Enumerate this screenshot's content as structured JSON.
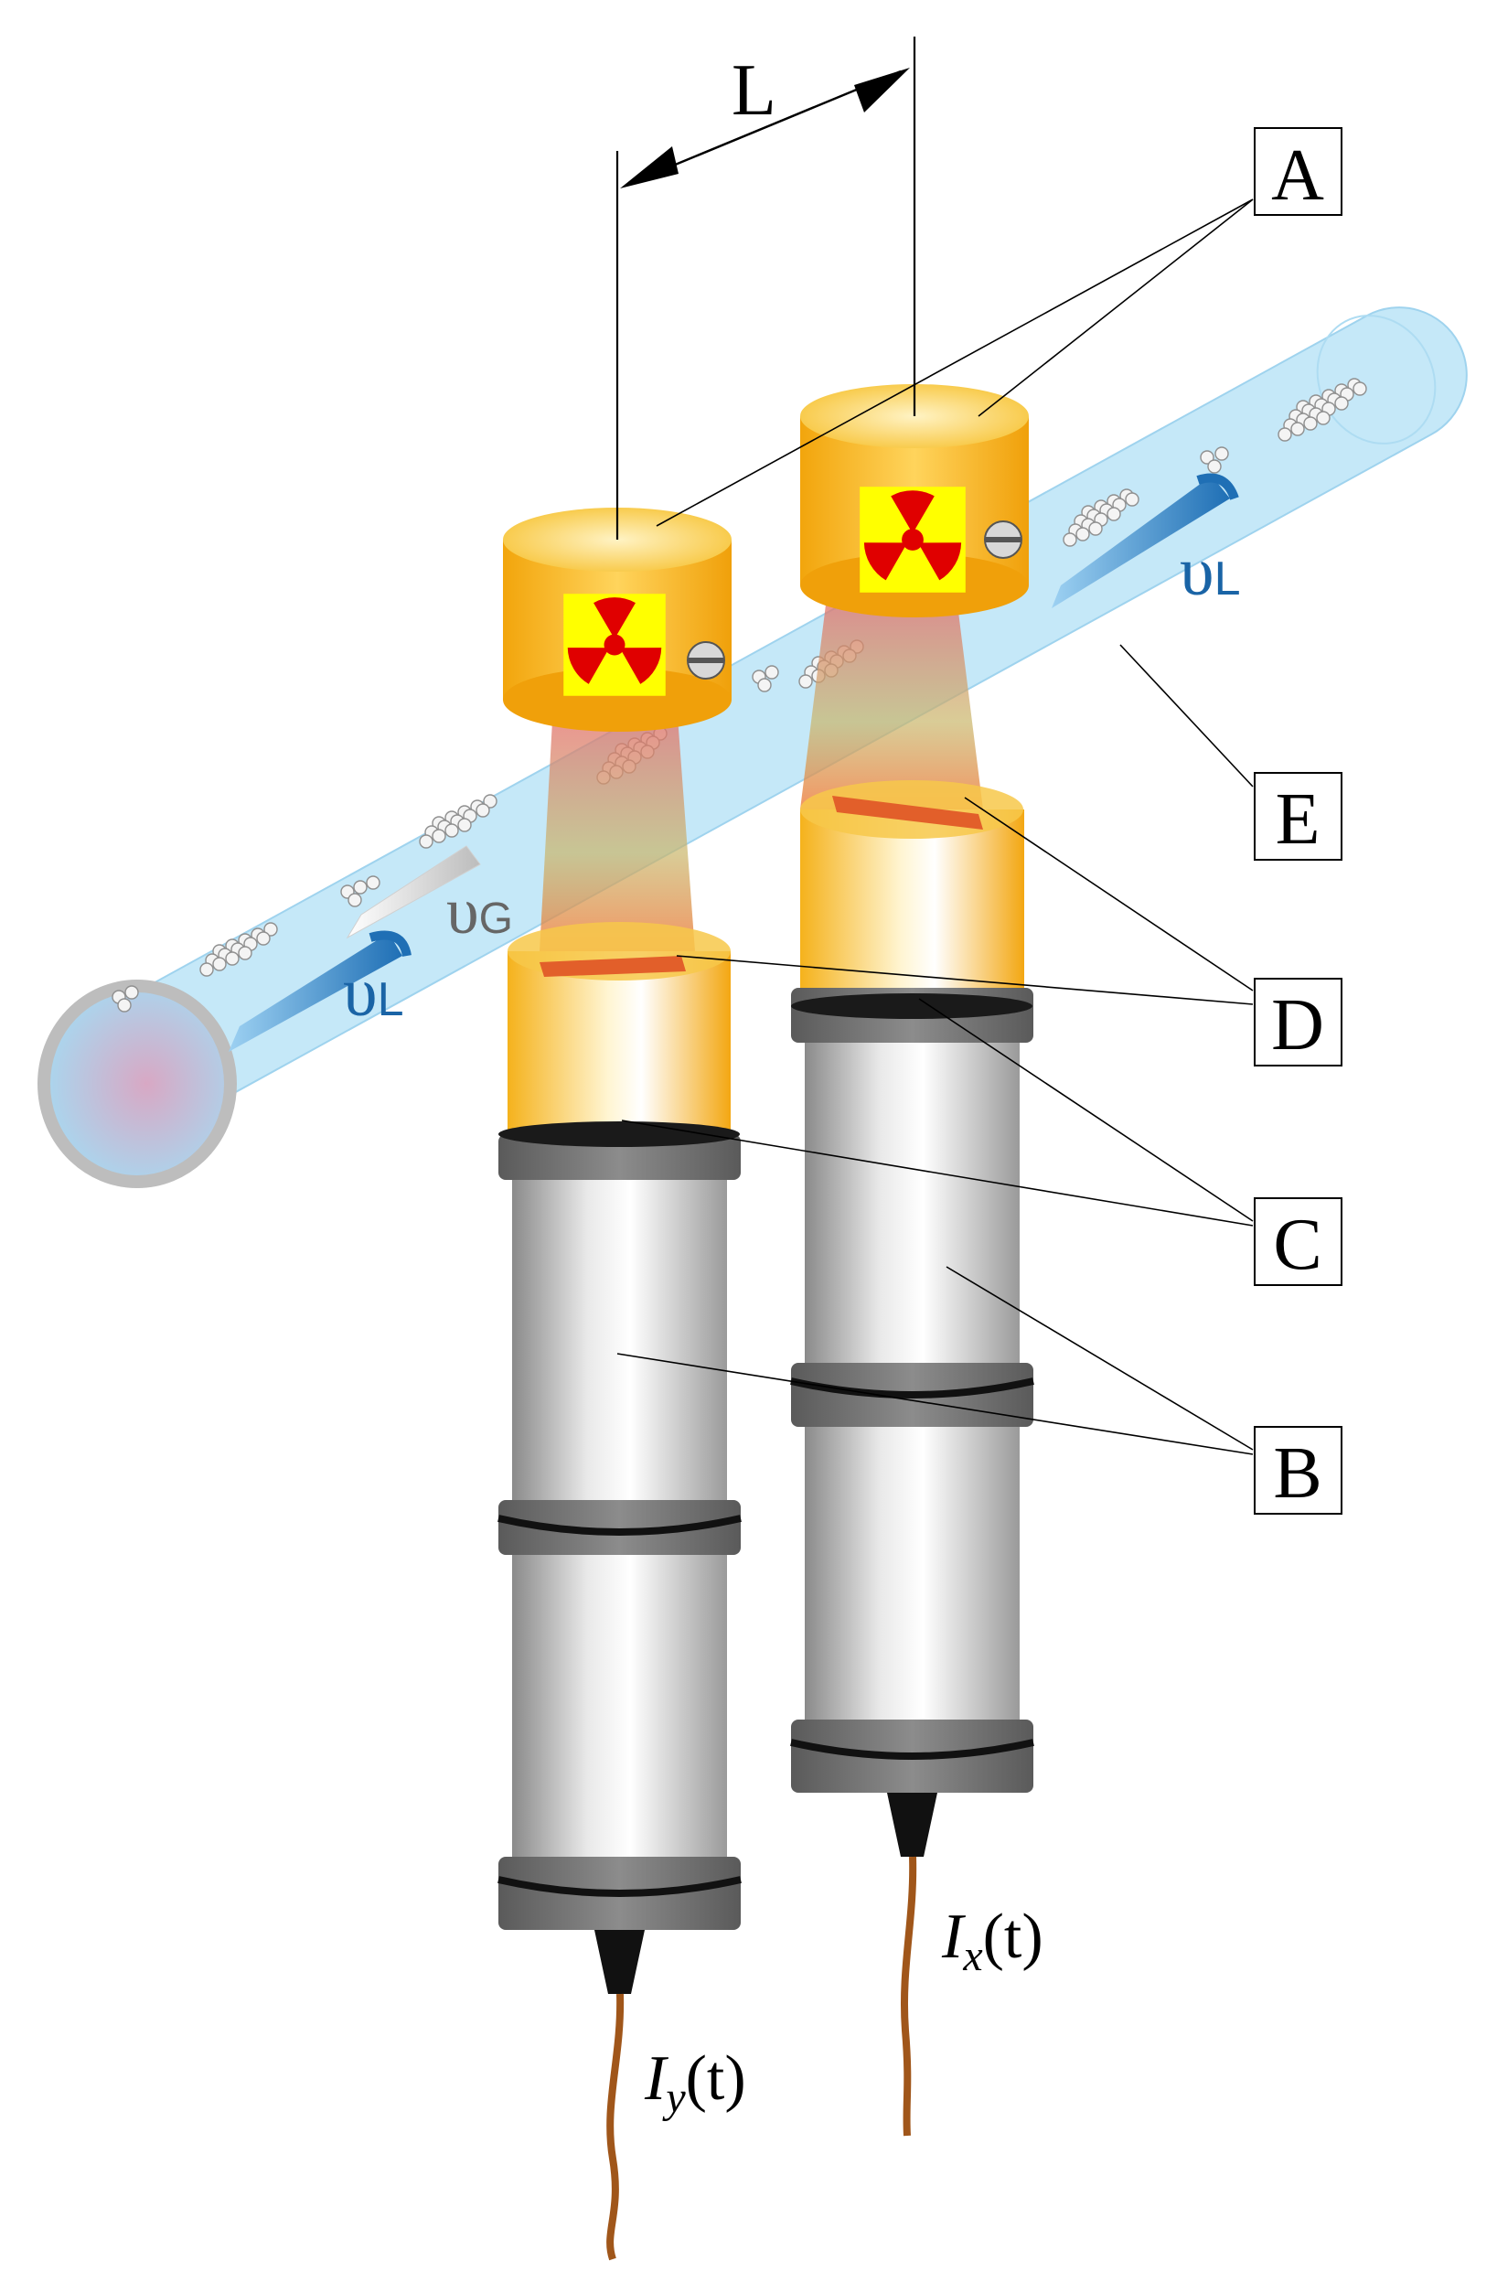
{
  "labels": {
    "distance": "L",
    "source": "A",
    "detector_tube": "B",
    "scintillator": "C",
    "collimator": "D",
    "pipe": "E"
  },
  "velocity_labels": {
    "liquid_symbol": "υ",
    "liquid_sub": "L",
    "gas_symbol": "υ",
    "gas_sub": "G"
  },
  "signals": {
    "x_main": "I",
    "x_sub": "x",
    "x_arg": "(t)",
    "y_main": "I",
    "y_sub": "y",
    "y_arg": "(t)"
  },
  "colors": {
    "pipe_fill": "#bfe6f7",
    "velocity_arrow_liquid": "#1f7fc2",
    "velocity_arrow_gas": "#e6e6e6",
    "source_housing": "#f6b820",
    "radiation_symbol": "#e00000",
    "radiation_background": "#ffff00",
    "detector_body": "#b8b8b8",
    "detector_ring": "#6a6a6a",
    "cable": "#a0561a"
  },
  "icons": [
    "radiation-trefoil-icon",
    "screw-icon",
    "velocity-arrow-icon"
  ]
}
